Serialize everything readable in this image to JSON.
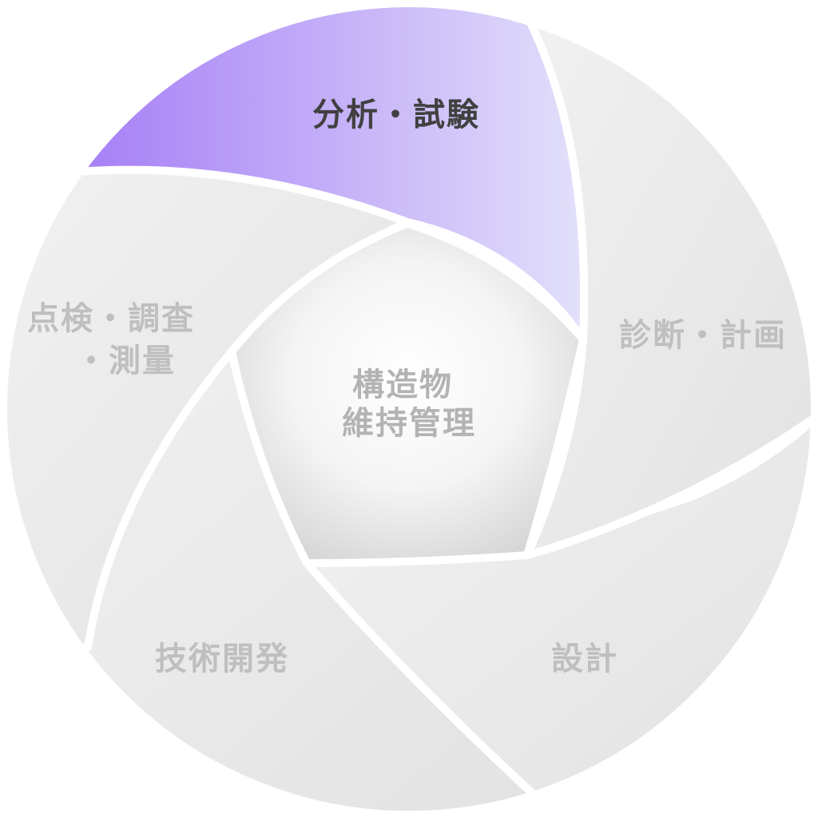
{
  "center": {
    "lines": [
      "構造物",
      "維持管理"
    ],
    "color": "#b3b3b3"
  },
  "segments": [
    {
      "id": "analysis",
      "lines": [
        "分析・試験"
      ],
      "active": true
    },
    {
      "id": "diagnosis",
      "lines": [
        "診断・計画"
      ],
      "active": false
    },
    {
      "id": "design",
      "lines": [
        "設計"
      ],
      "active": false
    },
    {
      "id": "tech",
      "lines": [
        "技術開発"
      ],
      "active": false
    },
    {
      "id": "inspection",
      "lines": [
        "点検・調査",
        "・測量"
      ],
      "active": false
    }
  ],
  "colors": {
    "active_start": "#a57ef6",
    "active_end": "#e2e0fa",
    "active_text": "#404040",
    "inactive_fill": "#e8e8e8",
    "inactive_text": "#bfbfbf",
    "separator": "#ffffff"
  }
}
